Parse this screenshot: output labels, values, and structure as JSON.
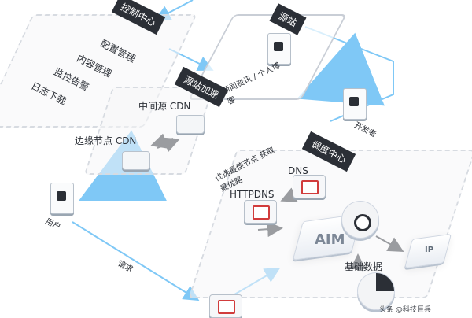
{
  "labels": {
    "control_center": "控制中心",
    "config_manage": "配置管理",
    "content_manage": "内容管理",
    "monitor_alarm": "监控告警",
    "log_download": "日志下载",
    "origin_station": "源站",
    "origin_desc": "新闻资讯 / 个人博客",
    "developer": "开发者",
    "origin_accel": "源站加速",
    "intermediate_cdn": "中间源 CDN",
    "edge_cdn": "边缘节点 CDN",
    "dispatch_center": "调度中心",
    "dns": "DNS",
    "httpdns": "HTTPDNS",
    "best_node_text": "优选最佳节点 获取最优路",
    "aim": "AIM",
    "ip": "IP",
    "basic_data": "基础数据",
    "user": "用户",
    "request": "请求",
    "watermark_fragment": "头条 @科技巨兵"
  },
  "colors": {
    "arrow_blue": "#7fc8f6",
    "dark_tag": "#2b2f36",
    "accent_red": "#d13c3c"
  },
  "icons": [
    "server-icon",
    "user-avatar-icon",
    "cdn-node-icon",
    "red-node-icon",
    "target-icon",
    "grid-icon",
    "pie-chart-icon",
    "arrow-icon"
  ]
}
